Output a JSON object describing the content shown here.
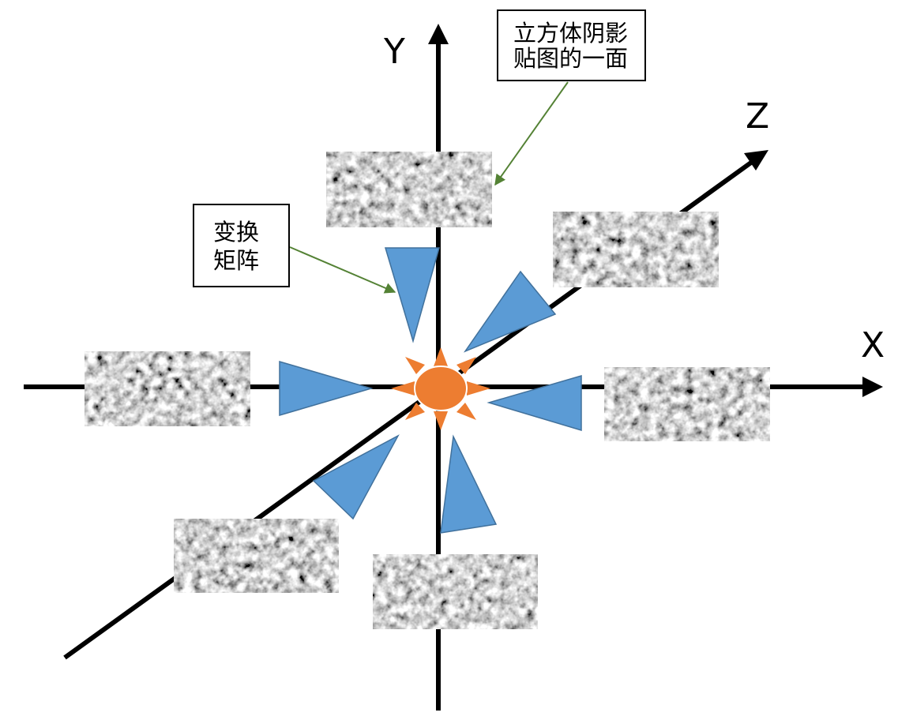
{
  "axes": {
    "x_label": "X",
    "y_label": "Y",
    "z_label": "Z"
  },
  "callouts": {
    "cube_face": {
      "line1": "立方体阴影",
      "line2": "贴图的一面"
    },
    "transform": {
      "line1": "变换",
      "line2": "矩阵"
    }
  },
  "colors": {
    "axis": "#000000",
    "frustum_triangle": "#5b9bd5",
    "frustum_outline": "#41719c",
    "light_source": "#ed7d31",
    "callout_leader": "#548235",
    "shadow_face_base": "#a6a6a6"
  }
}
